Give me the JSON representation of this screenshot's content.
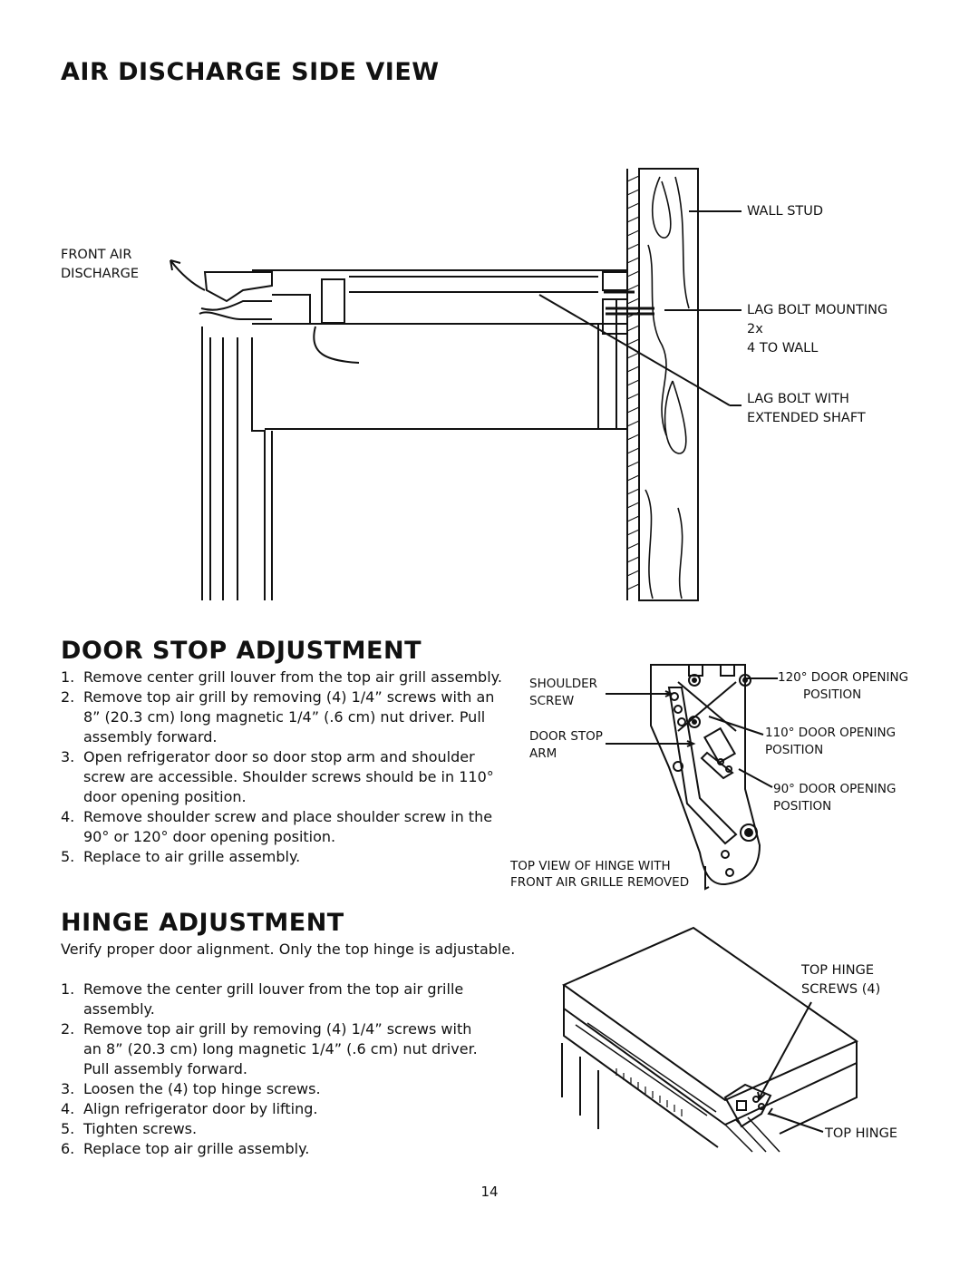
{
  "sections": {
    "air_discharge": {
      "title": "AIR DISCHARGE SIDE VIEW",
      "labels": {
        "front_air": "FRONT AIR",
        "discharge": "DISCHARGE",
        "wall_stud": "WALL STUD",
        "lag_bolt_mounting": "LAG BOLT MOUNTING",
        "two_x": "2x",
        "four_to_wall": "4 TO WALL",
        "lag_bolt_with": "LAG BOLT WITH",
        "extended_shaft": "EXTENDED SHAFT"
      }
    },
    "door_stop": {
      "title": "DOOR STOP ADJUSTMENT",
      "steps": [
        {
          "num": "1.",
          "text": "Remove center grill louver from the top air grill assembly."
        },
        {
          "num": "2.",
          "text": "Remove top air grill by removing (4) 1/4” screws with an 8” (20.3 cm) long magnetic 1/4” (.6 cm) nut driver.  Pull assembly forward."
        },
        {
          "num": "3.",
          "text": "Open refrigerator door so door stop arm and shoulder screw are accessible.  Shoulder screws should be in 110° door opening position."
        },
        {
          "num": "4.",
          "text": "Remove shoulder screw and place shoulder screw in the 90° or 120° door opening position."
        },
        {
          "num": "5.",
          "text": "Replace to air grille assembly."
        }
      ],
      "labels": {
        "shoulder": "SHOULDER",
        "screw": "SCREW",
        "door_stop": "DOOR STOP",
        "arm": "ARM",
        "opening_120": "120° DOOR OPENING",
        "opening_110": "110° DOOR OPENING",
        "opening_90": "90° DOOR OPENING",
        "position": "POSITION",
        "top_view_1": "TOP VIEW OF HINGE WITH",
        "top_view_2": "FRONT AIR GRILLE REMOVED"
      }
    },
    "hinge": {
      "title": "HINGE ADJUSTMENT",
      "intro": "Verify proper door alignment.  Only the top hinge is adjustable.",
      "steps": [
        {
          "num": "1.",
          "text": "Remove the center grill louver from the top air grille assembly."
        },
        {
          "num": "2.",
          "text": "Remove top air grill by removing (4) 1/4” screws with an 8” (20.3 cm) long magnetic 1/4” (.6 cm) nut driver.  Pull assembly forward."
        },
        {
          "num": "3.",
          "text": "Loosen the (4) top hinge screws."
        },
        {
          "num": "4.",
          "text": "Align refrigerator door by lifting."
        },
        {
          "num": "5.",
          "text": "Tighten screws."
        },
        {
          "num": "6.",
          "text": "Replace top air grille assembly."
        }
      ],
      "labels": {
        "top_hinge": "TOP HINGE",
        "screws_4": "SCREWS (4)",
        "top_hinge_2": "TOP HINGE"
      }
    }
  },
  "page_number": "14"
}
